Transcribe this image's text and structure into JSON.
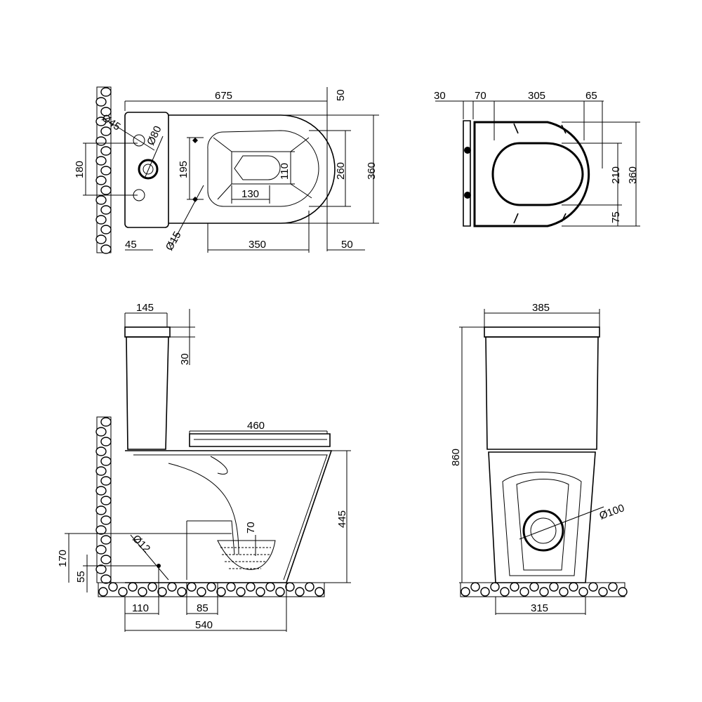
{
  "top_view": {
    "overall_length": "675",
    "tank_depth_offset": "50",
    "bowl_width": "360",
    "bowl_inner_width": "260",
    "opening_width": "110",
    "opening_length": "130",
    "fixing_spacing": "195",
    "inlet_spacing": "180",
    "hole_45": "Ø45",
    "hole_80": "Ø80",
    "hole_15": "Ø15",
    "wall_offset": "45",
    "bowl_length": "350",
    "front_offset": "50"
  },
  "seat_view": {
    "back_offset": "30",
    "hinge_offset": "70",
    "seat_length": "305",
    "front_gap": "65",
    "seat_inner_width": "210",
    "seat_width": "360",
    "front_pad": "75"
  },
  "side_view": {
    "tank_width": "145",
    "lid_height": "30",
    "seat_depth": "460",
    "bowl_height": "445",
    "water_depth": "70",
    "outlet_height": "170",
    "fix_height": "55",
    "fix_hole": "Ø12",
    "outlet_from_wall": "110",
    "outlet_diameter": "85",
    "projection": "540"
  },
  "front_view": {
    "tank_width": "385",
    "total_height": "860",
    "outlet": "Ø100",
    "base_width": "315"
  }
}
